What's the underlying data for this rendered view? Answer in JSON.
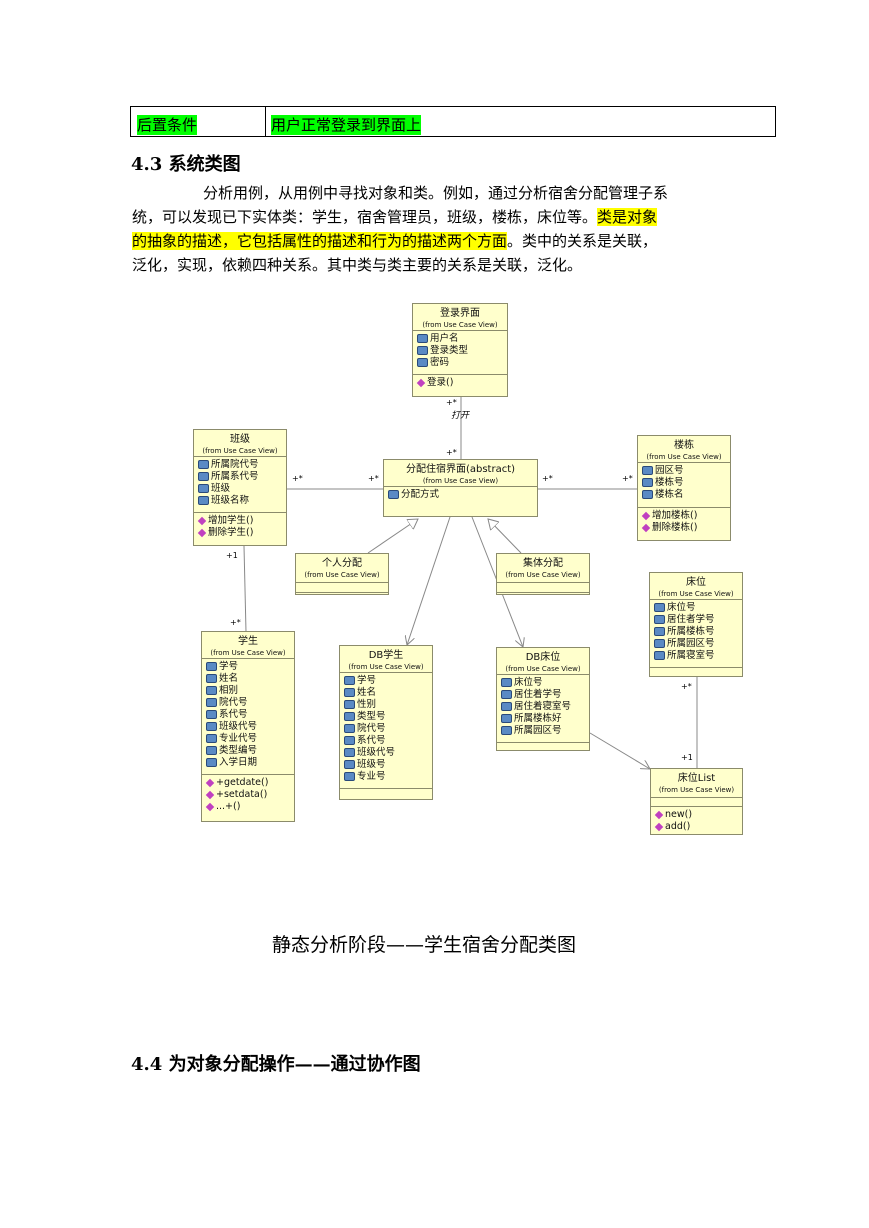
{
  "table": {
    "label": "后置条件",
    "value": "用户正常登录到界面上"
  },
  "section43": {
    "title": "4.3  系统类图"
  },
  "paragraph": {
    "line1": "分析用例，从用例中寻找对象和类。例如，通过分析宿舍分配管理子系",
    "line2a": "统，可以发现已下实体类：学生，宿舍管理员，班级，楼栋，床位等。",
    "line2b": "类是对象",
    "line3a": "的抽象的描述，它包括属性的描述和行为的描述两个方面",
    "line3b": "。类中的关系是关联，",
    "line4": "泛化，实现，依赖四种关系。其中类与类主要的关系是关联，泛化。"
  },
  "diagram": {
    "from_label": "(from Use Case View)",
    "classes": {
      "login": {
        "name": "登录界面",
        "attrs": [
          "用户名",
          "登录类型",
          "密码"
        ],
        "ops": [
          "登录()"
        ]
      },
      "banji": {
        "name": "班级",
        "attrs": [
          "所属院代号",
          "所属系代号",
          "班级",
          "班级名称"
        ],
        "ops": [
          "增加学生()",
          "删除学生()"
        ]
      },
      "fenpei": {
        "name": "分配住宿界面(abstract)",
        "attrs": [
          "分配方式"
        ]
      },
      "loudong": {
        "name": "楼栋",
        "attrs": [
          "园区号",
          "楼栋号",
          "楼栋名"
        ],
        "ops": [
          "增加楼栋()",
          "删除楼栋()"
        ]
      },
      "geren": {
        "name": "个人分配"
      },
      "jiti": {
        "name": "集体分配"
      },
      "chuangwei": {
        "name": "床位",
        "attrs": [
          "床位号",
          "居住者学号",
          "所属楼栋号",
          "所属园区号",
          "所属寝室号"
        ]
      },
      "xuesheng": {
        "name": "学生",
        "attrs": [
          "学号",
          "姓名",
          "相别",
          "院代号",
          "系代号",
          "班级代号",
          "专业代号",
          "类型编号",
          "入学日期"
        ],
        "ops": [
          "+getdate()",
          "+setdata()",
          "...+()"
        ]
      },
      "dbxuesheng": {
        "name": "DB学生",
        "attrs": [
          "学号",
          "姓名",
          "性别",
          "类型号",
          "院代号",
          "系代号",
          "班级代号",
          "班级号",
          "专业号"
        ]
      },
      "dbchuangwei": {
        "name": "DB床位",
        "attrs": [
          "床位号",
          "居住着学号",
          "居住着寝室号",
          "所属楼栋好",
          "所属园区号"
        ]
      },
      "cwlist": {
        "name": "床位List",
        "ops": [
          "new()",
          "add()"
        ]
      }
    },
    "assoc_label": "打开",
    "multiplicities": {
      "many": "+*",
      "one": "+1"
    }
  },
  "caption": "静态分析阶段——学生宿舍分配类图",
  "section44": {
    "title": "4.4    为对象分配操作——通过协作图"
  }
}
